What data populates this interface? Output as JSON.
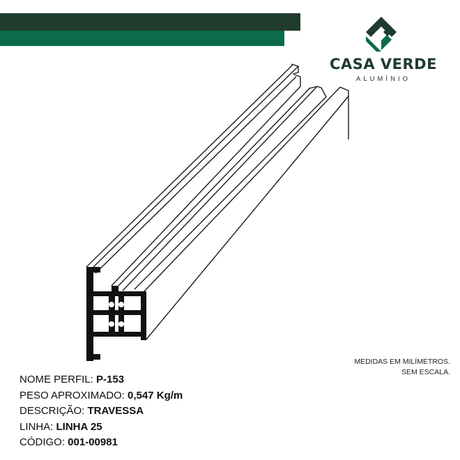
{
  "brand": {
    "name": "CASA VERDE",
    "sub": "ALUMÍNIO"
  },
  "note": {
    "line1": "MEDIDAS EM MILÍMETROS.",
    "line2": "SEM ESCALA."
  },
  "specs": [
    {
      "label": "NOME PERFIL: ",
      "value": "P-153"
    },
    {
      "label": "PESO APROXIMADO: ",
      "value": "0,547 Kg/m"
    },
    {
      "label": "DESCRIÇÃO: ",
      "value": "TRAVESSA"
    },
    {
      "label": "LINHA: ",
      "value": "LINHA 25"
    },
    {
      "label": "CÓDIGO: ",
      "value": "001-00981"
    }
  ],
  "colors": {
    "dark_green": "#1f3b2e",
    "green": "#0b6b4c",
    "outline": "#1a1a1a"
  }
}
